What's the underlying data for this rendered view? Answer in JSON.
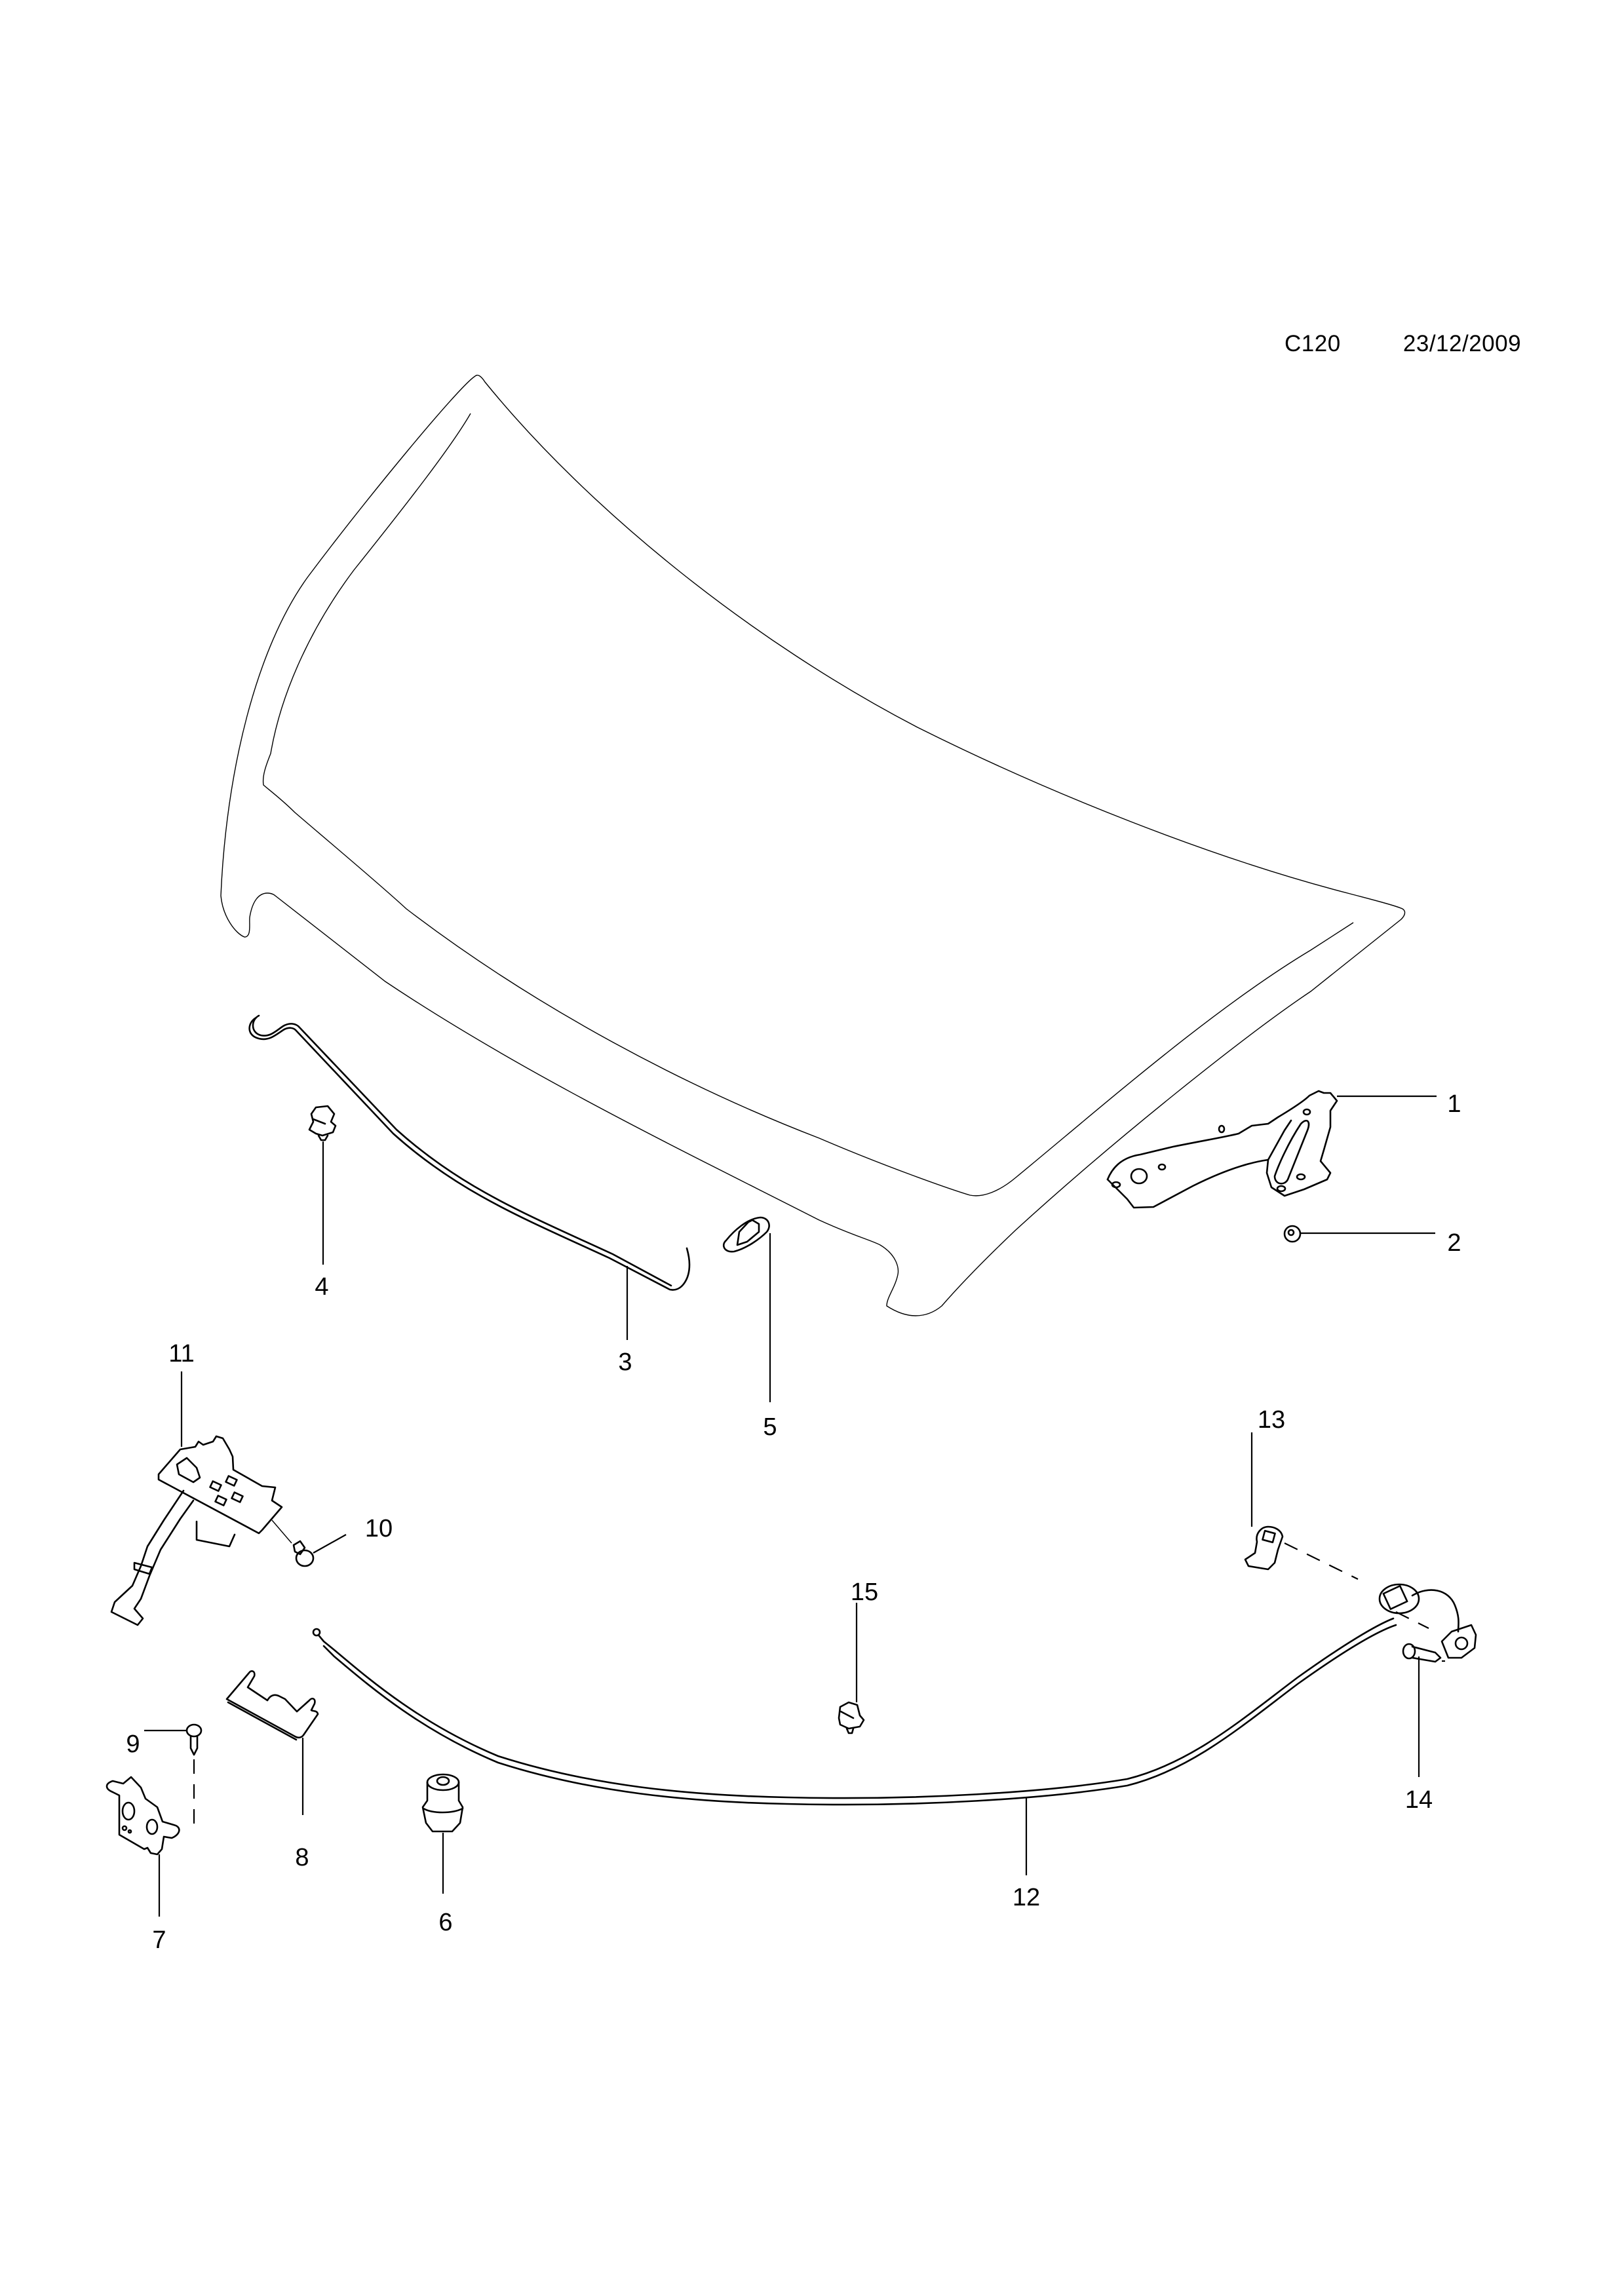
{
  "header": {
    "page_code": "C120",
    "date": "23/12/2009"
  },
  "diagram": {
    "subject": "Bonnet (hood) and hood release components",
    "callouts": [
      {
        "number": "1",
        "part": "hood-hinge"
      },
      {
        "number": "2",
        "part": "hinge-nut"
      },
      {
        "number": "3",
        "part": "hood-prop-rod"
      },
      {
        "number": "4",
        "part": "prop-rod-clip"
      },
      {
        "number": "5",
        "part": "prop-rod-holder"
      },
      {
        "number": "6",
        "part": "hood-bumper"
      },
      {
        "number": "7",
        "part": "hood-lock-striker"
      },
      {
        "number": "8",
        "part": "lock-bracket"
      },
      {
        "number": "9",
        "part": "screw"
      },
      {
        "number": "10",
        "part": "bolt"
      },
      {
        "number": "11",
        "part": "hood-latch-assembly"
      },
      {
        "number": "12",
        "part": "release-cable"
      },
      {
        "number": "13",
        "part": "release-handle"
      },
      {
        "number": "14",
        "part": "screw"
      },
      {
        "number": "15",
        "part": "cable-clip"
      }
    ]
  }
}
